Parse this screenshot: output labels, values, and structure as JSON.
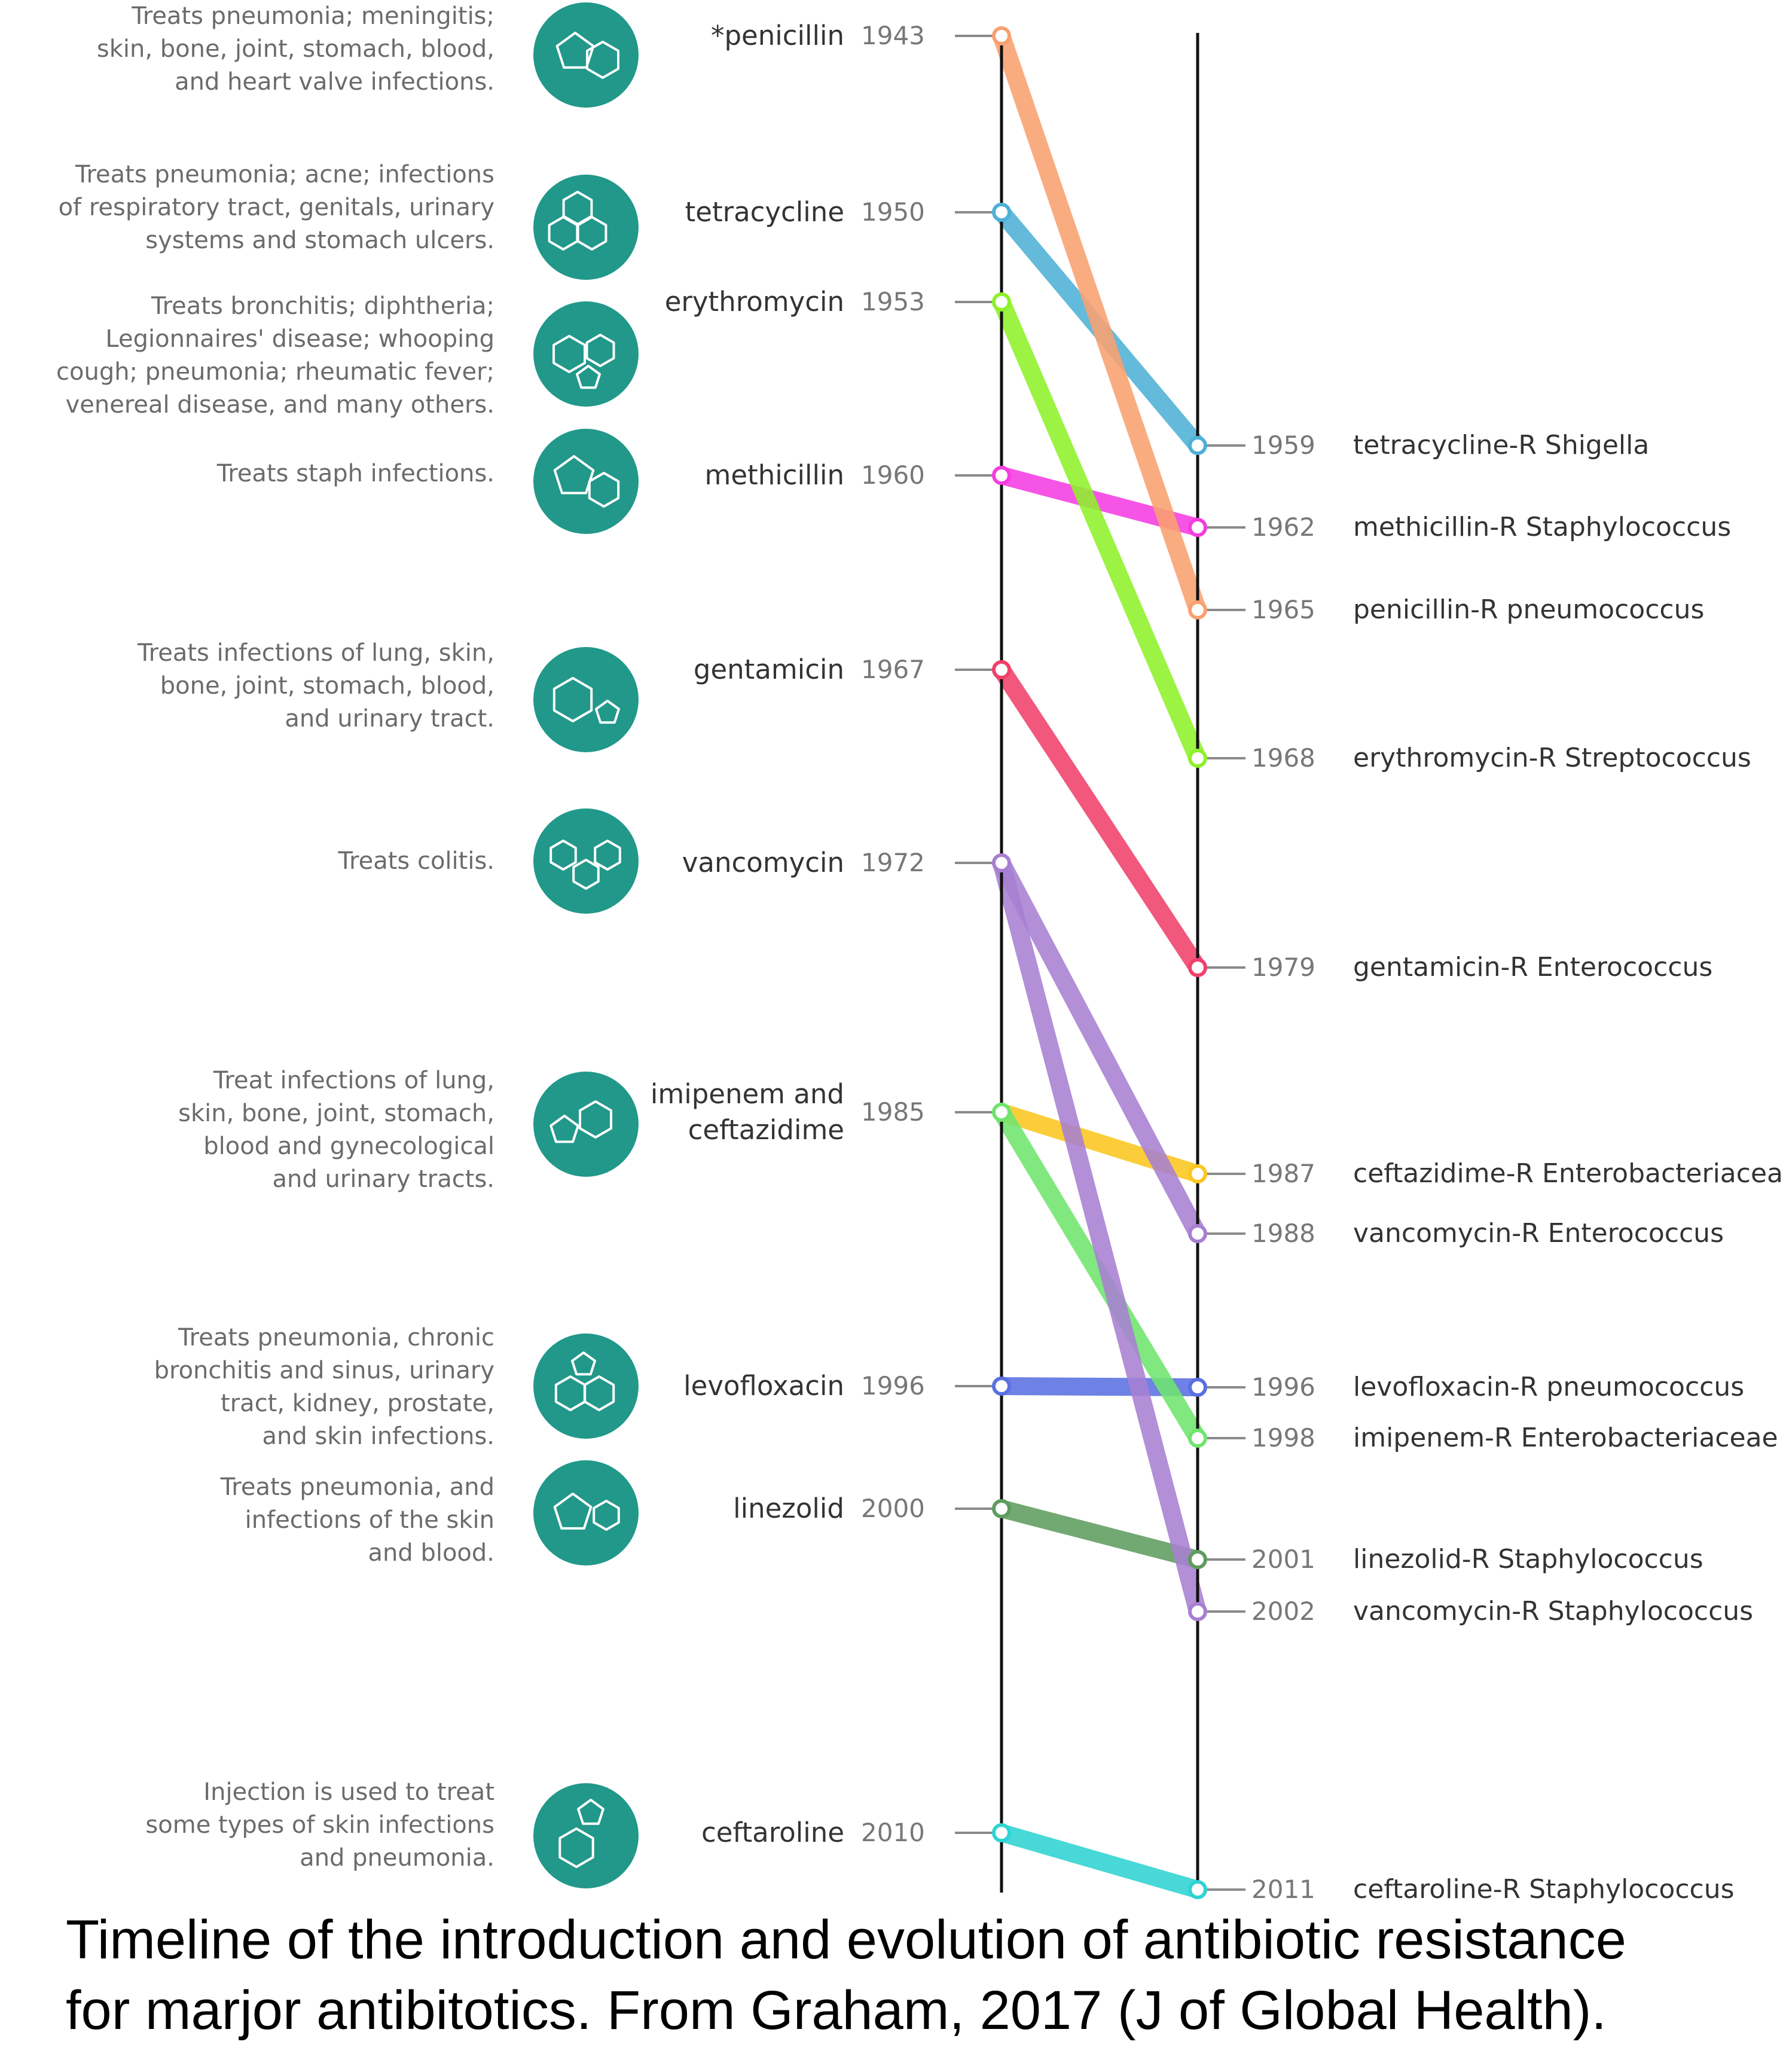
{
  "drugs": [
    {
      "id": "penicillin",
      "name_lines": [
        "*penicillin"
      ],
      "year": "1943",
      "year_num": 1943,
      "color": "#f9a070",
      "desc_lines": [
        "Treats pneumonia; meningitis;",
        "skin, bone, joint, stomach, blood,",
        "and heart valve infections."
      ],
      "molecule_icon": "penicillin-molecule-icon"
    },
    {
      "id": "tetracycline",
      "name_lines": [
        "tetracycline"
      ],
      "year": "1950",
      "year_num": 1950,
      "color": "#4fb0d6",
      "desc_lines": [
        "Treats pneumonia; acne; infections",
        "of respiratory tract, genitals, urinary",
        "systems and stomach ulcers."
      ],
      "molecule_icon": "tetracycline-molecule-icon"
    },
    {
      "id": "erythromycin",
      "name_lines": [
        "erythromycin"
      ],
      "year": "1953",
      "year_num": 1953,
      "color": "#8ef12a",
      "desc_lines": [
        "Treats bronchitis; diphtheria;",
        "Legionnaires' disease; whooping",
        "cough; pneumonia; rheumatic fever;",
        "venereal disease, and many others."
      ],
      "molecule_icon": "erythromycin-molecule-icon"
    },
    {
      "id": "methicillin",
      "name_lines": [
        "methicillin"
      ],
      "year": "1960",
      "year_num": 1960,
      "color": "#f53ce0",
      "desc_lines": [
        "Treats staph infections."
      ],
      "molecule_icon": "methicillin-molecule-icon"
    },
    {
      "id": "gentamicin",
      "name_lines": [
        "gentamicin"
      ],
      "year": "1967",
      "year_num": 1967,
      "color": "#f0406a",
      "desc_lines": [
        "Treats infections of lung, skin,",
        "bone, joint, stomach, blood,",
        "and urinary tract."
      ],
      "molecule_icon": "gentamicin-molecule-icon"
    },
    {
      "id": "vancomycin",
      "name_lines": [
        "vancomycin"
      ],
      "year": "1972",
      "year_num": 1972,
      "color": "#a77fd2",
      "desc_lines": [
        "Treats colitis."
      ],
      "molecule_icon": "vancomycin-molecule-icon"
    },
    {
      "id": "imipenem-ceftazidime",
      "name_lines": [
        "imipenem and",
        "ceftazidime"
      ],
      "year": "1985",
      "year_num": 1985,
      "color": "#70e56e",
      "desc_lines": [
        "Treat infections of lung,",
        "skin, bone, joint, stomach,",
        "blood and gynecological",
        "and urinary tracts."
      ],
      "molecule_icon": "imipenem-molecule-icon"
    },
    {
      "id": "levofloxacin",
      "name_lines": [
        "levofloxacin"
      ],
      "year": "1996",
      "year_num": 1996,
      "color": "#5a6fe0",
      "desc_lines": [
        "Treats pneumonia, chronic",
        "bronchitis and sinus, urinary",
        "tract, kidney, prostate,",
        "and skin infections."
      ],
      "molecule_icon": "levofloxacin-molecule-icon"
    },
    {
      "id": "linezolid",
      "name_lines": [
        "linezolid"
      ],
      "year": "2000",
      "year_num": 2000,
      "color": "#5e9c5e",
      "desc_lines": [
        "Treats pneumonia, and",
        "infections of the skin",
        "and blood."
      ],
      "molecule_icon": "linezolid-molecule-icon"
    },
    {
      "id": "ceftaroline",
      "name_lines": [
        "ceftaroline"
      ],
      "year": "2010",
      "year_num": 2010,
      "color": "#2fd3d3",
      "desc_lines": [
        "Injection is used to treat",
        "some types of skin infections",
        "and pneumonia."
      ],
      "molecule_icon": "ceftaroline-molecule-icon"
    }
  ],
  "resistances": [
    {
      "id": "tetracycline-r",
      "label": "tetracycline-R Shigella",
      "year": "1959",
      "year_num": 1959,
      "drug": "tetracycline"
    },
    {
      "id": "methicillin-r",
      "label": "methicillin-R Staphylococcus",
      "year": "1962",
      "year_num": 1962,
      "drug": "methicillin"
    },
    {
      "id": "penicillin-r",
      "label": "penicillin-R pneumococcus",
      "year": "1965",
      "year_num": 1965,
      "drug": "penicillin"
    },
    {
      "id": "erythromycin-r",
      "label": "erythromycin-R Streptococcus",
      "year": "1968",
      "year_num": 1968,
      "drug": "erythromycin"
    },
    {
      "id": "gentamicin-r",
      "label": "gentamicin-R Enterococcus",
      "year": "1979",
      "year_num": 1979,
      "drug": "gentamicin"
    },
    {
      "id": "ceftazidime-r",
      "label": "ceftazidime-R Enterobacteriaceae",
      "year": "1987",
      "year_num": 1987,
      "drug": "imipenem-ceftazidime",
      "color": "#fbc61f"
    },
    {
      "id": "vancomycin-r-entero",
      "label": "vancomycin-R Enterococcus",
      "year": "1988",
      "year_num": 1988,
      "drug": "vancomycin"
    },
    {
      "id": "levofloxacin-r",
      "label": "levofloxacin-R pneumococcus",
      "year": "1996",
      "year_num": 1996,
      "drug": "levofloxacin"
    },
    {
      "id": "imipenem-r",
      "label": "imipenem-R Enterobacteriaceae",
      "year": "1998",
      "year_num": 1998,
      "drug": "imipenem-ceftazidime"
    },
    {
      "id": "linezolid-r",
      "label": "linezolid-R Staphylococcus",
      "year": "2001",
      "year_num": 2001,
      "drug": "linezolid"
    },
    {
      "id": "vancomycin-r-staph",
      "label": "vancomycin-R Staphylococcus",
      "year": "2002",
      "year_num": 2002,
      "drug": "vancomycin"
    },
    {
      "id": "ceftaroline-r",
      "label": "ceftaroline-R Staphylococcus",
      "year": "2011",
      "year_num": 2011,
      "drug": "ceftaroline"
    }
  ],
  "caption_lines": [
    "Timeline of the introduction and evolution of antibiotic resistance",
    "for marjor antibitotics. From Graham, 2017 (J of Global Health)."
  ],
  "colors": {
    "molecule_teal": "#21988a",
    "axis": "#111111",
    "tick": "#8a8a8a"
  }
}
